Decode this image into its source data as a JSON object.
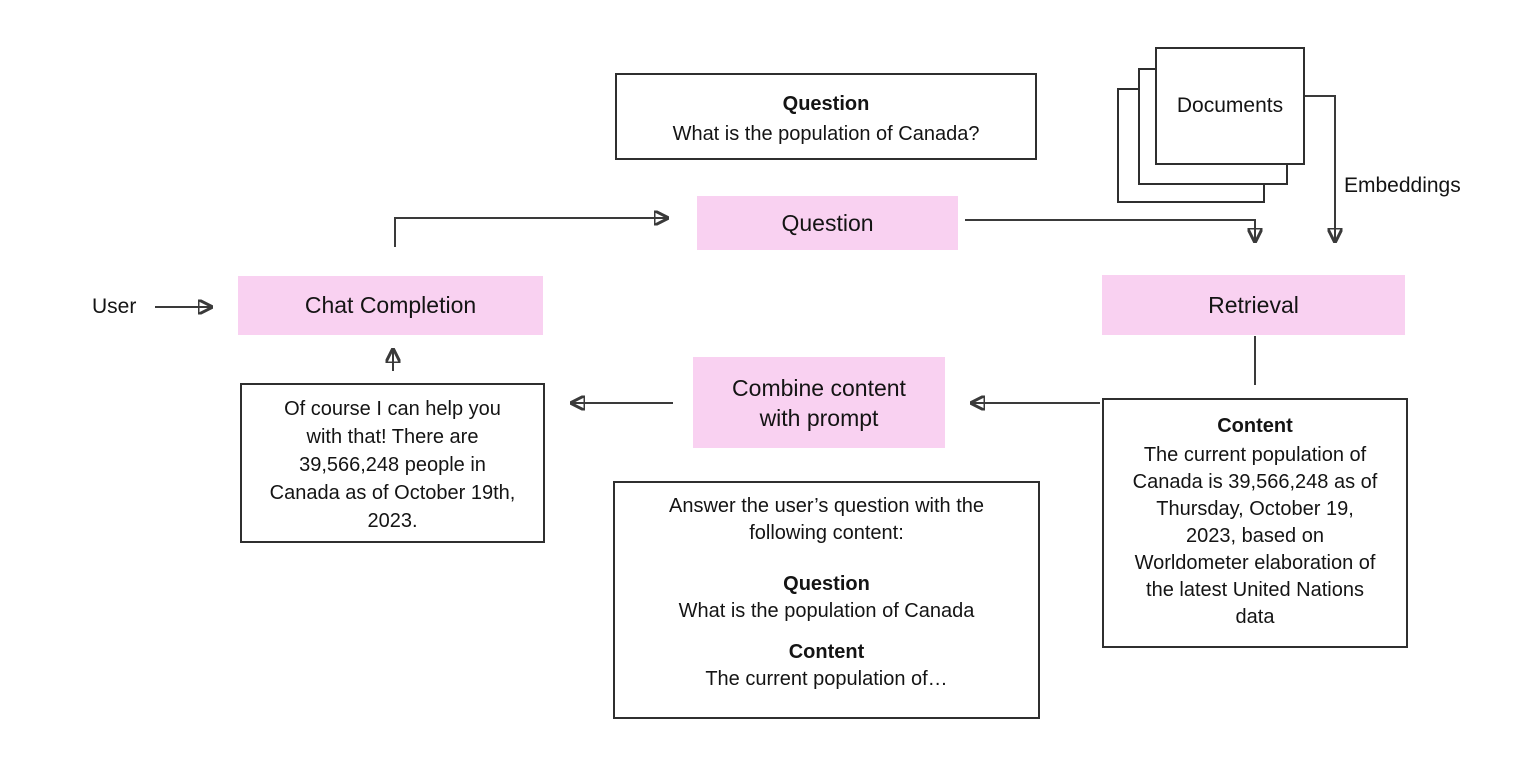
{
  "diagram": {
    "top_question_box": {
      "title": "Question",
      "body": "What is the population of Canada?"
    },
    "question_node": {
      "label": "Question"
    },
    "documents_label": "Documents",
    "embeddings_label": "Embeddings",
    "user_label": "User",
    "chat_completion_node": {
      "label": "Chat Completion"
    },
    "retrieval_node": {
      "label": "Retrieval"
    },
    "combine_node": {
      "lines": [
        "Combine content",
        "with prompt"
      ]
    },
    "answer_box": {
      "lines": [
        "Of course I can help you",
        "with that! There are",
        "39,566,248 people in",
        "Canada as of October 19th,",
        "2023."
      ]
    },
    "content_box": {
      "title": "Content",
      "lines": [
        "The current population of",
        "Canada is 39,566,248 as of",
        "Thursday, October 19,",
        "2023, based on",
        "Worldometer elaboration of",
        "the latest United Nations",
        "data"
      ]
    },
    "prompt_box": {
      "intro_lines": [
        "Answer the user’s question with the",
        "following content:"
      ],
      "question_title": "Question",
      "question_body": "What is the population of Canada",
      "content_title": "Content",
      "content_body": "The current population of…"
    }
  },
  "colors": {
    "node_pink": "#f9d1f1",
    "box_border": "#2f2f2f",
    "arrow": "#3a3a3a",
    "text": "#141414",
    "background": "#ffffff"
  }
}
